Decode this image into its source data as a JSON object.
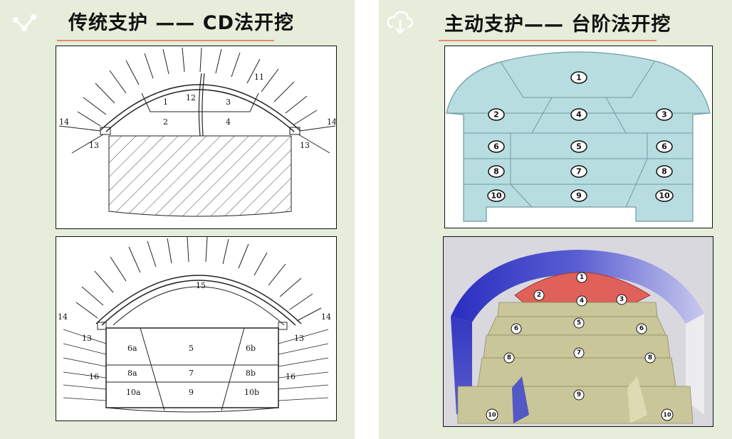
{
  "left": {
    "title": "传统支护 —— CD法开挖",
    "icon": "share-nodes-icon",
    "top_figure": {
      "labels": {
        "a": "1",
        "b": "2",
        "c": "3",
        "d": "4",
        "e": "11",
        "f": "12",
        "g": "13",
        "h": "13",
        "i": "14",
        "j": "14"
      }
    },
    "bottom_figure": {
      "labels": {
        "l15": "15",
        "l13a": "13",
        "l13b": "13",
        "l14a": "14",
        "l14b": "14",
        "l16a": "16",
        "l16b": "16",
        "s5": "5",
        "s6a": "6a",
        "s6b": "6b",
        "s7": "7",
        "s8a": "8a",
        "s8b": "8b",
        "s9": "9",
        "s10a": "10a",
        "s10b": "10b"
      }
    }
  },
  "right": {
    "title": "主动支护—— 台阶法开挖",
    "icon": "cloud-download-icon",
    "top_figure": {
      "labels": {
        "n1": "1",
        "n2": "2",
        "n3": "3",
        "n4": "4",
        "n5": "5",
        "n6a": "6",
        "n6b": "6",
        "n7": "7",
        "n8a": "8",
        "n8b": "8",
        "n9": "9",
        "n10a": "10",
        "n10b": "10"
      },
      "fill_color": "#b7dde0"
    },
    "bottom_figure": {
      "labels": {
        "m1": "1",
        "m2": "2",
        "m3": "3",
        "m4": "4",
        "m5": "5",
        "m6a": "6",
        "m6b": "6",
        "m7": "7",
        "m8a": "8",
        "m8b": "8",
        "m9": "9",
        "m10a": "10",
        "m10b": "10"
      },
      "colors": {
        "lining": "#3d3fc4",
        "crown": "#e0605a",
        "bench": "#c9c79a"
      }
    }
  }
}
